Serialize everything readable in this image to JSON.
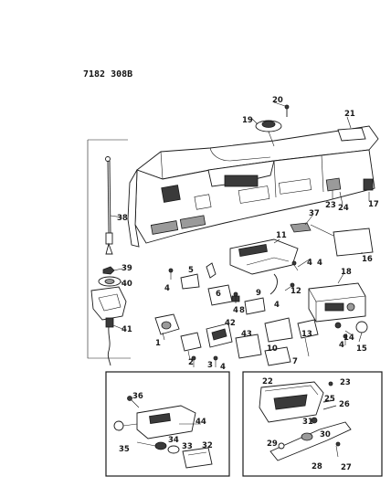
{
  "drawing_code": "7182 308B",
  "callouts": [
    {
      "id": "c1",
      "text": "1"
    },
    {
      "id": "c2",
      "text": "2"
    },
    {
      "id": "c3",
      "text": "3"
    },
    {
      "id": "c4a",
      "text": "4"
    },
    {
      "id": "c4b",
      "text": "4"
    },
    {
      "id": "c4c",
      "text": "4"
    },
    {
      "id": "c4d",
      "text": "4"
    },
    {
      "id": "c4e",
      "text": "4"
    },
    {
      "id": "c4f",
      "text": "4"
    },
    {
      "id": "c4g",
      "text": "4"
    },
    {
      "id": "c5",
      "text": "5"
    },
    {
      "id": "c6",
      "text": "6"
    },
    {
      "id": "c7",
      "text": "7"
    },
    {
      "id": "c8",
      "text": "8"
    },
    {
      "id": "c9",
      "text": "9"
    },
    {
      "id": "c10",
      "text": "10"
    },
    {
      "id": "c11",
      "text": "11"
    },
    {
      "id": "c12",
      "text": "12"
    },
    {
      "id": "c13",
      "text": "13"
    },
    {
      "id": "c14",
      "text": "14"
    },
    {
      "id": "c15",
      "text": "15"
    },
    {
      "id": "c16",
      "text": "16"
    },
    {
      "id": "c17",
      "text": "17"
    },
    {
      "id": "c18",
      "text": "18"
    },
    {
      "id": "c19",
      "text": "19"
    },
    {
      "id": "c20",
      "text": "20"
    },
    {
      "id": "c21",
      "text": "21"
    },
    {
      "id": "c22",
      "text": "22"
    },
    {
      "id": "c23a",
      "text": "23"
    },
    {
      "id": "c23b",
      "text": "23"
    },
    {
      "id": "c24",
      "text": "24"
    },
    {
      "id": "c25",
      "text": "25"
    },
    {
      "id": "c26",
      "text": "26"
    },
    {
      "id": "c27",
      "text": "27"
    },
    {
      "id": "c28",
      "text": "28"
    },
    {
      "id": "c29",
      "text": "29"
    },
    {
      "id": "c30",
      "text": "30"
    },
    {
      "id": "c31",
      "text": "31"
    },
    {
      "id": "c32",
      "text": "32"
    },
    {
      "id": "c33",
      "text": "33"
    },
    {
      "id": "c34",
      "text": "34"
    },
    {
      "id": "c35",
      "text": "35"
    },
    {
      "id": "c36",
      "text": "36"
    },
    {
      "id": "c37",
      "text": "37"
    },
    {
      "id": "c38",
      "text": "38"
    },
    {
      "id": "c39",
      "text": "39"
    },
    {
      "id": "c40",
      "text": "40"
    },
    {
      "id": "c41",
      "text": "41"
    },
    {
      "id": "c42",
      "text": "42"
    },
    {
      "id": "c43",
      "text": "43"
    },
    {
      "id": "c44",
      "text": "44"
    }
  ]
}
